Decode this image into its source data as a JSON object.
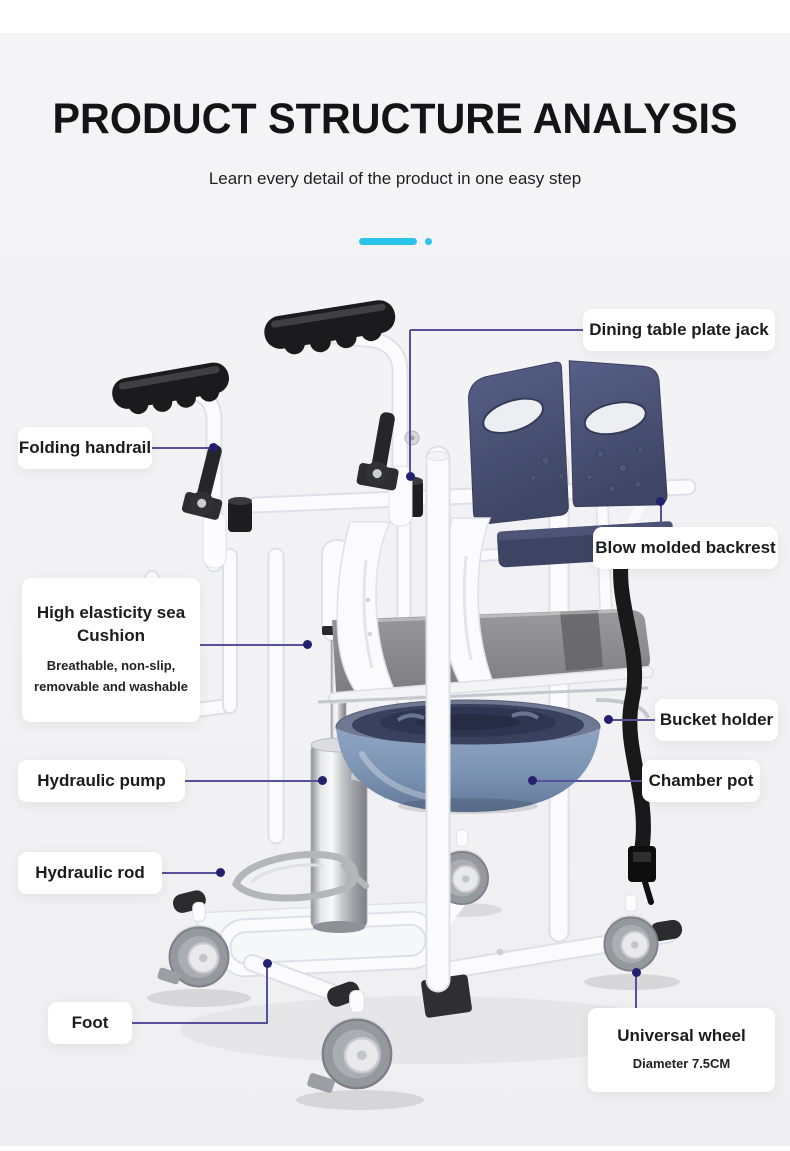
{
  "theme": {
    "bg": "#f4f4f6",
    "accent": "#2bc3e8",
    "line": "#55519a",
    "dot": "#23206f",
    "title-color": "#141416",
    "text": "#1c1c1e",
    "backrest": "#4a527a",
    "cushion": "#8c8c8e",
    "pot": "#7e95b4",
    "frame": "#fcfcfe",
    "frame-edge": "#dfe0e5"
  },
  "header": {
    "title": "PRODUCT STRUCTURE ANALYSIS",
    "subtitle": "Learn every detail of the product in one easy step"
  },
  "illustration": {
    "name": "patient-transfer-lift-commode-chair-photo"
  },
  "callouts": [
    {
      "id": "dining-table-plate-jack",
      "label": "Dining table plate jack"
    },
    {
      "id": "folding-handrail",
      "label": "Folding handrail"
    },
    {
      "id": "blow-molded-backrest",
      "label": "Blow molded backrest"
    },
    {
      "id": "high-elasticity-cushion",
      "label": "High elasticity sea Cushion",
      "description": "Breathable, non-slip, removable and washable"
    },
    {
      "id": "bucket-holder",
      "label": "Bucket holder"
    },
    {
      "id": "chamber-pot",
      "label": "Chamber pot"
    },
    {
      "id": "hydraulic-pump",
      "label": "Hydraulic pump"
    },
    {
      "id": "hydraulic-rod",
      "label": "Hydraulic rod"
    },
    {
      "id": "foot",
      "label": "Foot"
    },
    {
      "id": "universal-wheel",
      "label": "Universal wheel",
      "description": "Diameter 7.5CM"
    }
  ]
}
